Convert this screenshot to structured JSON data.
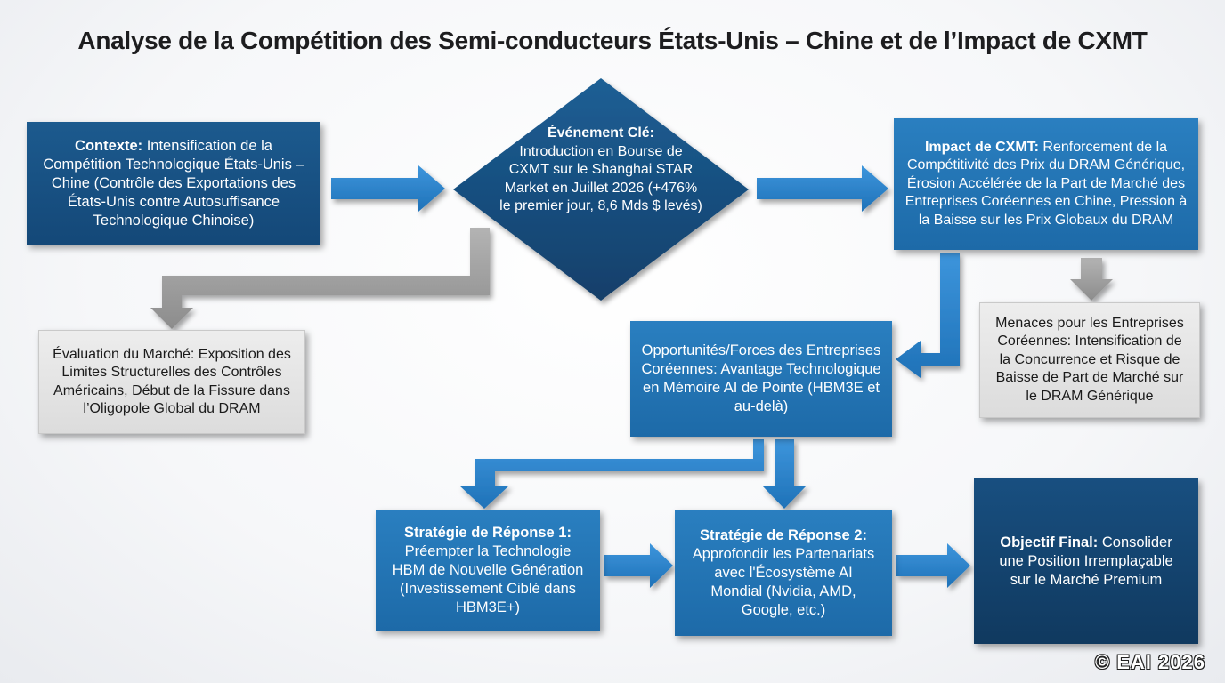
{
  "title": "Analyse de la Compétition des Semi-conducteurs États-Unis – Chine et de l’Impact de CXMT",
  "nodes": {
    "context": {
      "heading": "Contexte:",
      "text": " Intensification de la Compétition Technologique États-Unis – Chine (Contrôle des Exportations des États-Unis contre Autosuffisance Technologique Chinoise)"
    },
    "key_event": {
      "heading": "Événement Clé:",
      "text": "Introduction en Bourse de CXMT sur le Shanghai STAR Market en Juillet 2026 (+476% le premier jour, 8,6 Mds $ levés)"
    },
    "cxmt_impact": {
      "heading": "Impact de CXMT:",
      "text": " Renforcement de la Compétitivité des Prix du DRAM Générique, Érosion Accélérée de la Part de Marché des Entreprises Coréennes en Chine, Pression à la Baisse sur les Prix Globaux du DRAM"
    },
    "market_eval": {
      "text": "Évaluation du Marché: Exposition des Limites Structurelles des Contrôles Américains, Début de la Fissure dans l’Oligopole Global du DRAM"
    },
    "opportunities": {
      "text": "Opportunités/Forces des Entreprises Coréennes: Avantage Technologique en Mémoire AI de Pointe (HBM3E et au-delà)"
    },
    "threats": {
      "text": "Menaces pour les Entreprises Coréennes: Intensification de la Concurrence et Risque de Baisse de Part de Marché sur le DRAM Générique"
    },
    "strategy1": {
      "heading": "Stratégie de Réponse 1:",
      "text": "Préempter la Technologie HBM de Nouvelle Génération (Investissement Ciblé dans HBM3E+)"
    },
    "strategy2": {
      "heading": "Stratégie de Réponse 2:",
      "text": "Approfondir les Partenariats avec l'Écosystème AI Mondial (Nvidia, AMD, Google, etc.)"
    },
    "final_goal": {
      "heading": "Objectif Final:",
      "text": " Consolider une Position Irremplaçable sur le Marché Premium"
    }
  },
  "copyright": "© EAI 2026",
  "colors": {
    "dark_box": "#1c5a8e",
    "mid_box": "#2a7fc0",
    "navy_box": "#10395f",
    "gray_box": "#e4e4e4",
    "blue_arrow": "#2f86cf",
    "gray_arrow": "#9a9a9a"
  }
}
